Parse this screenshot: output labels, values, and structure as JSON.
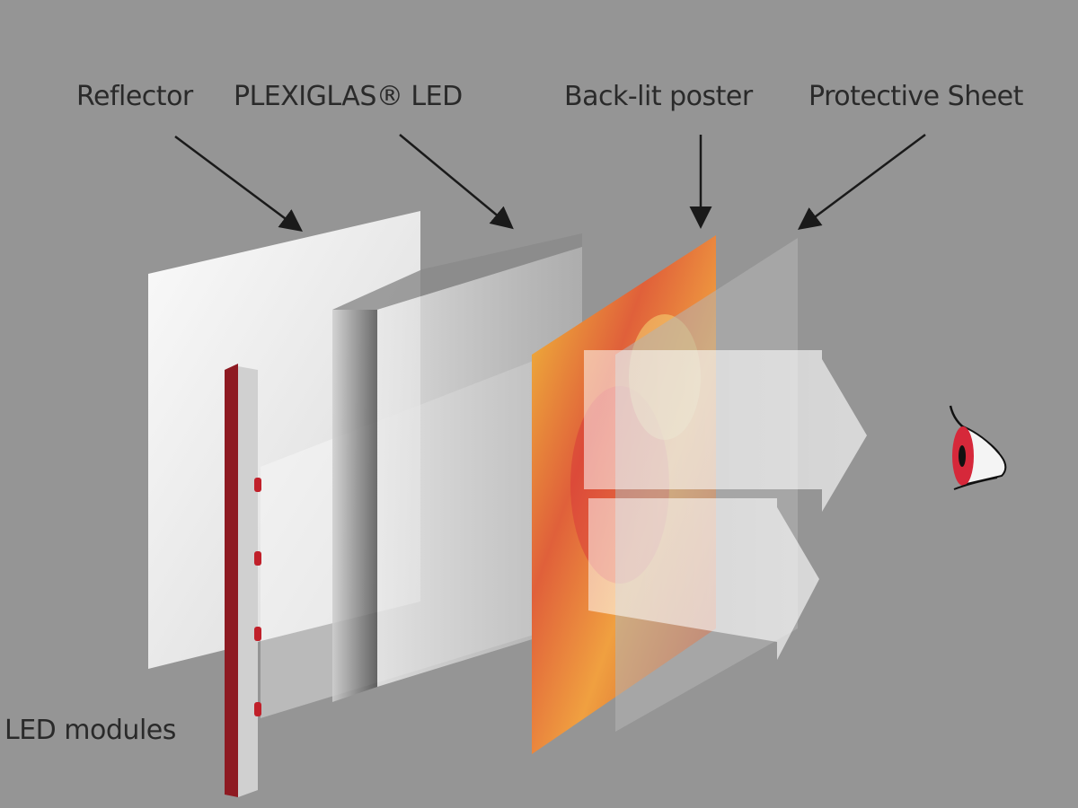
{
  "labels": {
    "reflector": "Reflector",
    "plexiglas": "PLEXIGLAS® LED",
    "poster": "Back-lit poster",
    "protective": "Protective Sheet",
    "led_modules": "LED modules"
  },
  "colors": {
    "background": "#959595",
    "led_strip": "#8e1a22",
    "eye_iris": "#d6283a",
    "text": "#2a2a2a"
  },
  "icons": [
    "eye-icon",
    "arrow-icon"
  ]
}
